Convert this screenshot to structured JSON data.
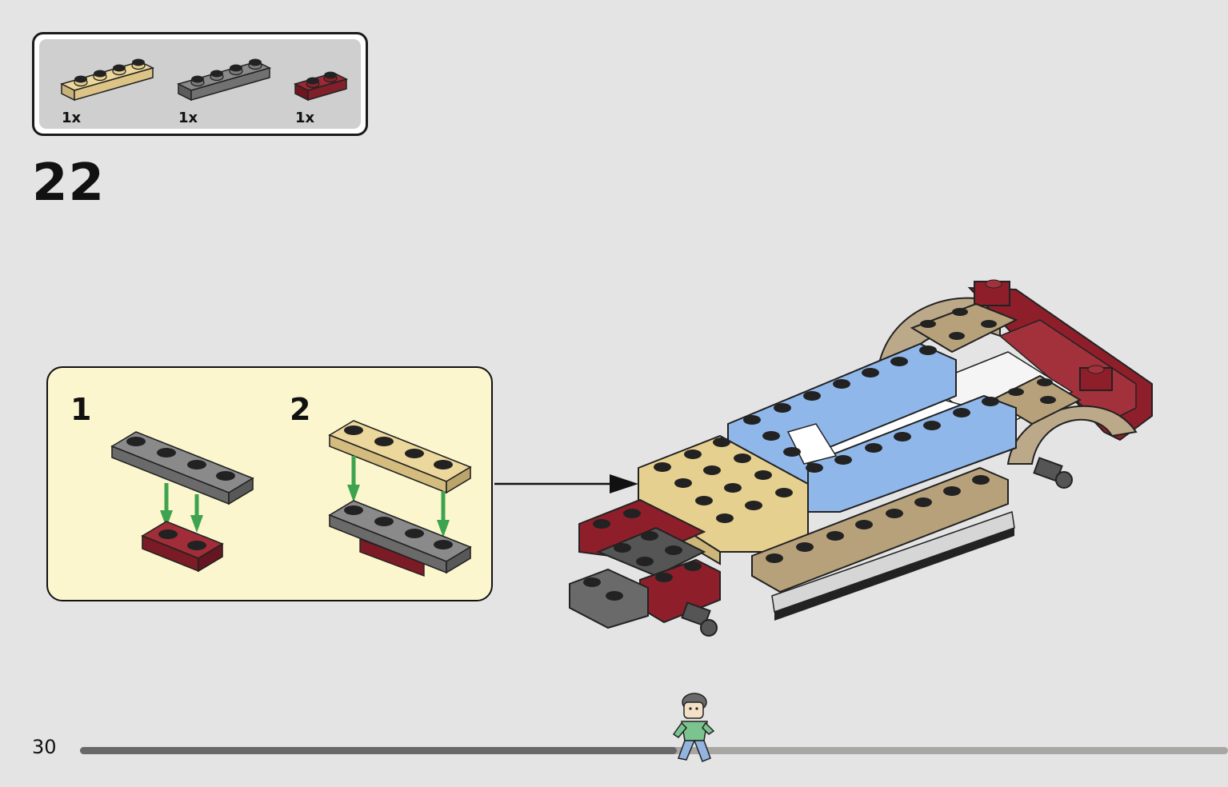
{
  "parts": [
    {
      "qty": "1x",
      "color": "#e6d08f",
      "name": "tan-plate-1x4"
    },
    {
      "qty": "1x",
      "color": "#7c7c7c",
      "name": "dark-grey-plate-1x4"
    },
    {
      "qty": "1x",
      "color": "#8e1f2a",
      "name": "dark-red-plate-1x2"
    }
  ],
  "step": {
    "number": "22"
  },
  "substeps": [
    {
      "number": "1"
    },
    {
      "number": "2"
    }
  ],
  "page": {
    "number": "30",
    "progress": 0.52
  },
  "colors": {
    "background": "#e4e4e4",
    "callout": "#fcf6cf",
    "arrow_green": "#3ea34e",
    "tan": "#e6d08f",
    "dark_tan": "#b6a17a",
    "dark_grey": "#6f6f6f",
    "dark_red": "#8e1f2a",
    "light_blue": "#8fb7ea"
  }
}
